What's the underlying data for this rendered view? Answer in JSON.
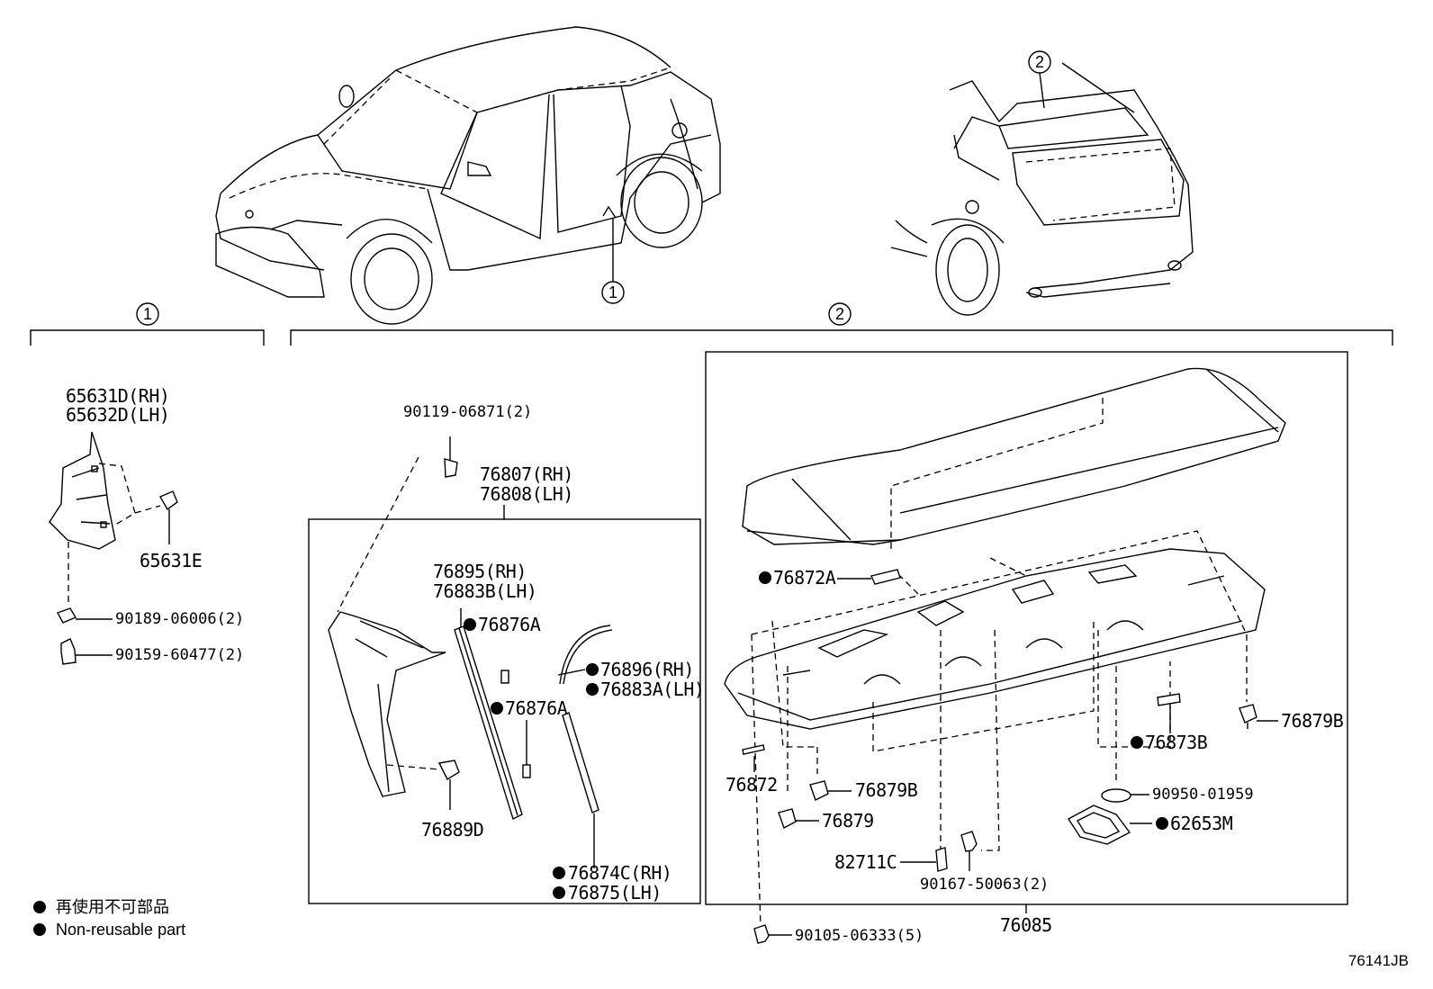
{
  "callouts": {
    "one": "1",
    "two": "2"
  },
  "parts": {
    "p65631D": "65631D(RH)",
    "p65632D": "65632D(LH)",
    "p65631E": "65631E",
    "p90189": "90189-06006(2)",
    "p90159": "90159-60477(2)",
    "p90119": "90119-06871(2)",
    "p76807": "76807(RH)",
    "p76808": "76808(LH)",
    "p76895": "76895(RH)",
    "p76883B": "76883B(LH)",
    "p76876A_1": "76876A",
    "p76876A_2": "76876A",
    "p76896": "76896(RH)",
    "p76883A": "76883A(LH)",
    "p76889D": "76889D",
    "p76874C": "76874C(RH)",
    "p76875": "76875(LH)",
    "p76872A": "76872A",
    "p76872": "76872",
    "p76879B_1": "76879B",
    "p76879B_2": "76879B",
    "p76879": "76879",
    "p76873B": "76873B",
    "p90950": "90950-01959",
    "p62653M": "62653M",
    "p82711C": "82711C",
    "p90167": "90167-50063(2)",
    "p76085": "76085",
    "p90105": "90105-06333(5)"
  },
  "legend": {
    "line1": "再使用不可部品",
    "line2": "Non-reusable part"
  },
  "figure_id": "76141JB"
}
